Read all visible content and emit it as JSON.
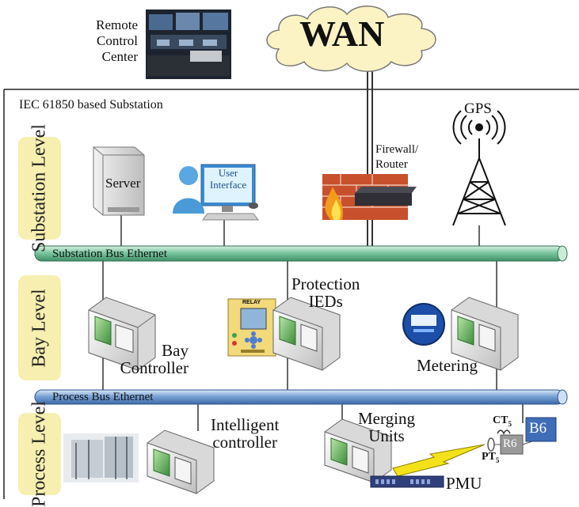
{
  "wan": {
    "label": "WAN"
  },
  "remote": {
    "line1": "Remote",
    "line2": "Control",
    "line3": "Center"
  },
  "substation": {
    "title": "IEC 61850 based Substation"
  },
  "levels": {
    "substation": "Substation Level",
    "bay": "Bay Level",
    "process": "Process Level"
  },
  "devices": {
    "server": "Server",
    "user_interface_line1": "User",
    "user_interface_line2": "Interface",
    "firewall_line1": "Firewall/",
    "firewall_line2": "Router",
    "gps": "GPS",
    "protection_line1": "Protection",
    "protection_line2": "IEDs",
    "relay": "RELAY",
    "bay_controller_line1": "Bay",
    "bay_controller_line2": "Controller",
    "metering": "Metering",
    "intelligent_line1": "Intelligent",
    "intelligent_line2": "controller",
    "merging_line1": "Merging",
    "merging_line2": "Units",
    "pmu": "PMU",
    "ct": "CT",
    "ct_sub": "5",
    "pt": "PT",
    "pt_sub": "5",
    "r6": "R6",
    "b6": "B6"
  },
  "buses": {
    "substation": "Substation  Bus Ethernet",
    "process": "Process Bus Ethernet"
  },
  "colors": {
    "substation_bus": "#7cc7a0",
    "process_bus": "#7aa3d6",
    "level_box": "#f6efb0",
    "b6_box": "#3f6db8"
  }
}
